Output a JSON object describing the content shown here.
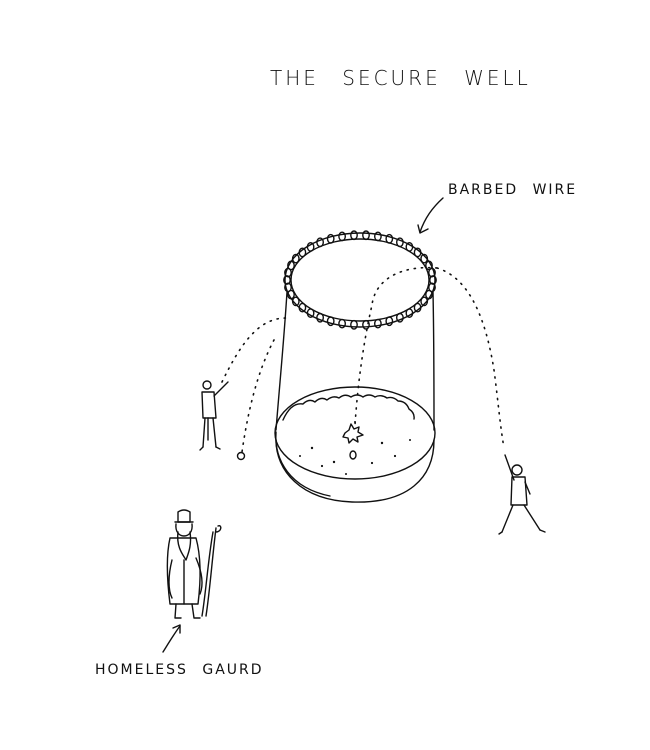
{
  "title": "THE SECURE WELL",
  "labels": {
    "barbed_wire": "BARBED WIRE",
    "homeless_guard": "HOMELESS GAURD"
  },
  "colors": {
    "ink": "#111111",
    "background": "#ffffff"
  }
}
